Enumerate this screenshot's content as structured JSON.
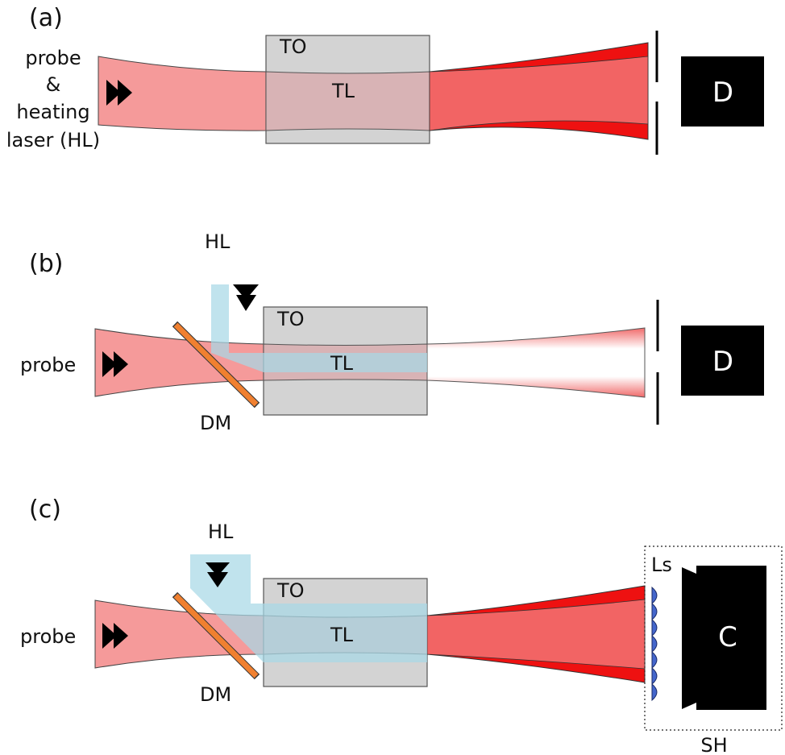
{
  "panels": [
    {
      "id": "a",
      "tag": "(a)",
      "input_label_lines": [
        "probe",
        "&",
        "heating",
        "laser (HL)"
      ],
      "cell_top_label": "TO",
      "cell_center_label": "TL",
      "detector_label": "D"
    },
    {
      "id": "b",
      "tag": "(b)",
      "input_label_lines": [
        "probe"
      ],
      "heating_label": "HL",
      "mirror_label": "DM",
      "cell_top_label": "TO",
      "cell_center_label": "TL",
      "detector_label": "D"
    },
    {
      "id": "c",
      "tag": "(c)",
      "input_label_lines": [
        "probe"
      ],
      "heating_label": "HL",
      "mirror_label": "DM",
      "cell_top_label": "TO",
      "cell_center_label": "TL",
      "lens_label": "Ls",
      "camera_label": "C",
      "sensor_label": "SH"
    }
  ],
  "colors": {
    "probe_beam": "#f59a9a",
    "beam_edge": "#ee1111",
    "heating_beam": "#a8d8e6",
    "cell": "#d3d3d3",
    "mirror": "#f08030",
    "lenslet": "#4466cc",
    "detector": "#000000"
  }
}
